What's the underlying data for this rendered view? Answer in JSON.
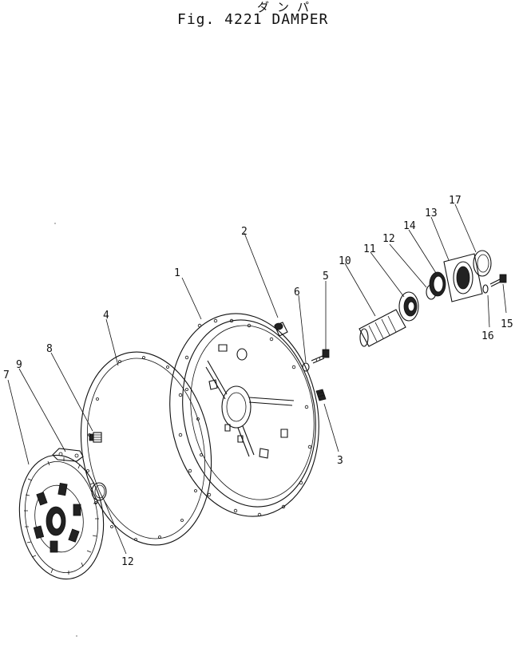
{
  "header": {
    "kana": "ダンパ",
    "title": "Fig. 4221 DAMPER"
  },
  "callouts": {
    "p1": "1",
    "p2": "2",
    "p3": "3",
    "p4": "4",
    "p5": "5",
    "p6": "6",
    "p7": "7",
    "p8": "8",
    "p9": "9",
    "p10": "10",
    "p11": "11",
    "p12a": "12",
    "p12b": "12",
    "p13": "13",
    "p14": "14",
    "p15": "15",
    "p16": "16",
    "p17": "17"
  }
}
